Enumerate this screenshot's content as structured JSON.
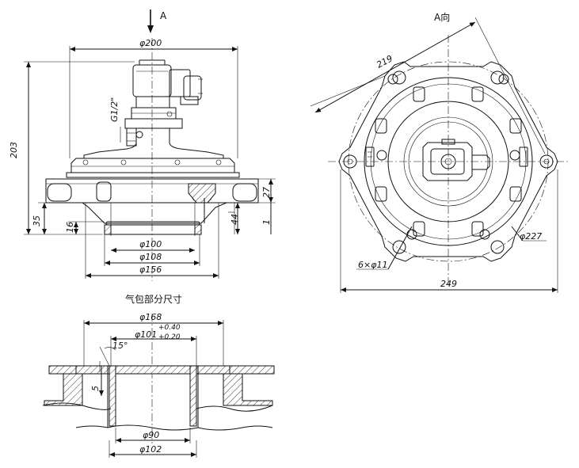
{
  "views": {
    "front": {
      "view_arrow": "A",
      "dims": {
        "d200": "φ200",
        "h203": "203",
        "thread": "G1/2\"",
        "d27": "27",
        "d35": "35",
        "d16": "16",
        "d44": "44",
        "d1": "1",
        "d100": "φ100",
        "d108": "φ108",
        "d156": "φ156"
      }
    },
    "top": {
      "title": "A向",
      "dims": {
        "d219": "219",
        "d227": "φ227",
        "holes": "6×φ11",
        "d249": "249"
      }
    },
    "section": {
      "title": "气包部分尺寸",
      "dims": {
        "d168": "φ168",
        "d101": "φ101",
        "tol_up": "+0.40",
        "tol_dn": "+0.20",
        "angle": "15°",
        "d5": "5",
        "d90": "φ90",
        "d102": "φ102"
      }
    }
  }
}
